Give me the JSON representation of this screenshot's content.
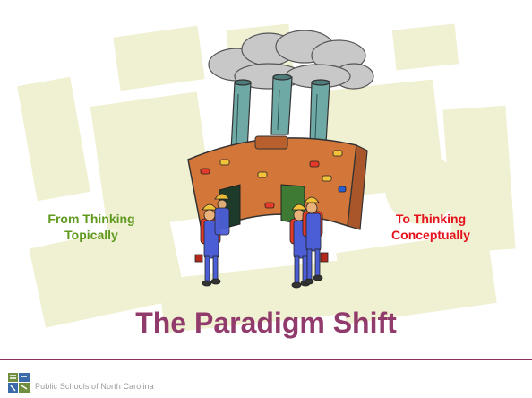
{
  "slide": {
    "title": "The Paradigm Shift",
    "left_label_line1": "From Thinking",
    "left_label_line2": "Topically",
    "right_label_line1": "To Thinking",
    "right_label_line2": "Conceptually",
    "footer": "Public Schools of North Carolina"
  },
  "icons": {
    "illustration": "factory-with-workers-illustration",
    "logo": "ncdpi-logo-icon"
  },
  "colors": {
    "title": "#913a6c",
    "left_label": "#5f9a1f",
    "right_label": "#e5121d",
    "watermark": "#efefcf",
    "rule": "#8a2f5e"
  }
}
